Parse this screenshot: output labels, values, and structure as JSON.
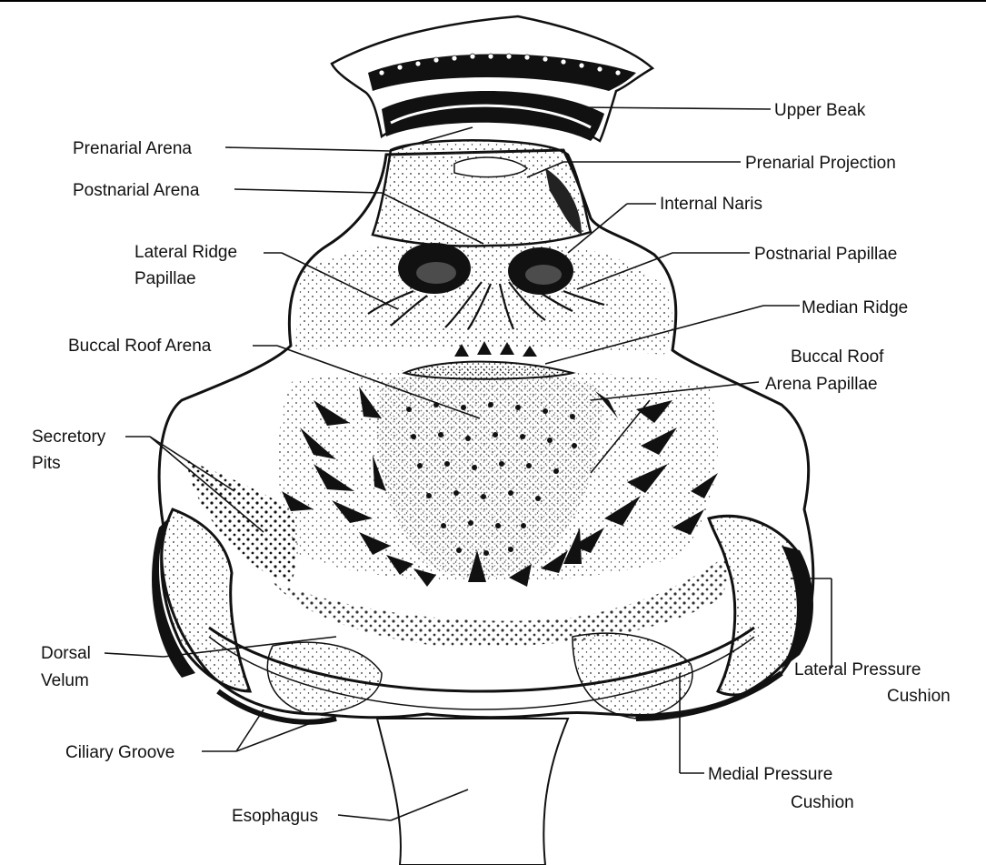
{
  "labels": {
    "upper_beak": "Upper Beak",
    "prenarial_arena": "Prenarial Arena",
    "prenarial_projection": "Prenarial Projection",
    "postnarial_arena": "Postnarial Arena",
    "internal_naris": "Internal Naris",
    "lateral_ridge_papillae_1": "Lateral Ridge",
    "lateral_ridge_papillae_2": "Papillae",
    "postnarial_papillae": "Postnarial Papillae",
    "median_ridge": "Median Ridge",
    "buccal_roof_arena": "Buccal Roof Arena",
    "buccal_roof_arena_papillae_1": "Buccal Roof",
    "buccal_roof_arena_papillae_2": "Arena Papillae",
    "secretory_pits_1": "Secretory",
    "secretory_pits_2": "Pits",
    "dorsal_velum_1": "Dorsal",
    "dorsal_velum_2": "Velum",
    "lateral_pressure_cushion_1": "Lateral Pressure",
    "lateral_pressure_cushion_2": "Cushion",
    "ciliary_groove": "Ciliary Groove",
    "medial_pressure_cushion_1": "Medial Pressure",
    "medial_pressure_cushion_2": "Cushion",
    "esophagus": "Esophagus"
  }
}
